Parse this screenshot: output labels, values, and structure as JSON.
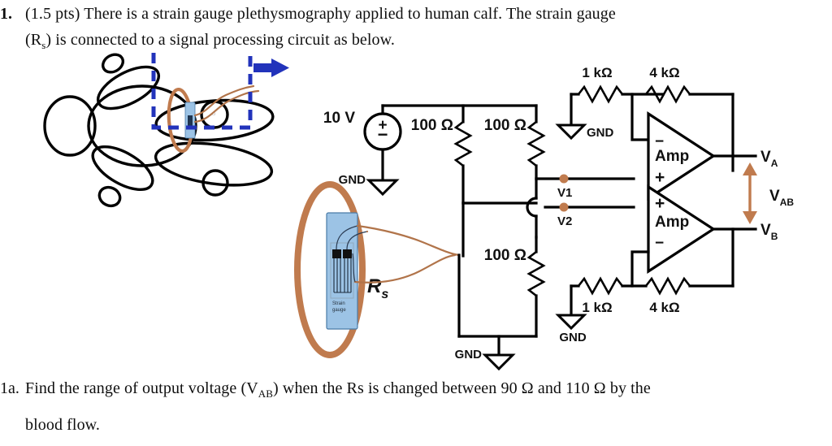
{
  "question": {
    "number": "1.",
    "line1": "(1.5 pts) There is a strain gauge plethysmography applied to human calf. The strain gauge",
    "line2_pre": "(R",
    "line2_sub": "s",
    "line2_post": ") is connected to a signal processing circuit as below.",
    "sub_number": "1a.",
    "sub_line1_pre": "Find the range of output voltage (V",
    "sub_line1_sub": "AB",
    "sub_line1_post": ") when the Rs is changed between 90 Ω and 110 Ω by the",
    "sub_line2": "blood flow."
  },
  "circuit": {
    "source_voltage": "10 V",
    "source_polarity_plus": "+",
    "source_polarity_minus": "−",
    "ground_labels": {
      "source_gnd": "GND",
      "bridge_gnd": "GND",
      "top_amp_gnd": "GND",
      "bottom_amp_gnd": "GND"
    },
    "bridge_resistors": [
      {
        "label": "100 Ω",
        "name": "r-left-top"
      },
      {
        "label": "100 Ω",
        "name": "r-right-top"
      },
      {
        "label": "100 Ω",
        "name": "r-right-bottom"
      }
    ],
    "strain_gauge": {
      "symbol_label": "R",
      "symbol_sub": "s",
      "caption_line1": "Strain",
      "caption_line2": "gauge"
    },
    "nodes": [
      {
        "label": "V1",
        "name": "node-v1"
      },
      {
        "label": "V2",
        "name": "node-v2"
      }
    ],
    "top_amp": {
      "name": "amp-a",
      "body_label": "Amp",
      "inv_label": "−",
      "noninv_label": "+",
      "input_resistor": "1 kΩ",
      "feedback_resistor": "4 kΩ",
      "output_label": "V",
      "output_sub": "A"
    },
    "bottom_amp": {
      "name": "amp-b",
      "body_label": "Amp",
      "inv_label": "−",
      "noninv_label": "+",
      "input_resistor": "1 kΩ",
      "feedback_resistor": "4 kΩ",
      "output_label": "V",
      "output_sub": "B"
    },
    "differential_output": {
      "label": "V",
      "sub": "AB",
      "name": "vab-measurement"
    }
  },
  "colors": {
    "wire": "#000000",
    "node_dot": "#c07b4e",
    "flexible_wire": "#b1744a",
    "cuff": "#c07b4e",
    "gauge_fill": "#9cc3e5",
    "callout_box": "#2233bb",
    "vab_arrow": "#c07b4e"
  }
}
